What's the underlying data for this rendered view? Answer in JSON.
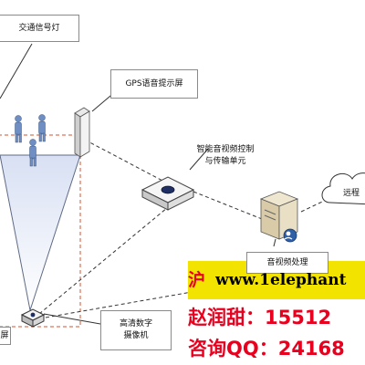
{
  "labels": {
    "traffic_light": "交通信号灯",
    "gps_screen": "GPS语音提示屏",
    "av_control_line1": "智能音视频控制",
    "av_control_line2": "与传输单元",
    "remote": "远程",
    "av_processing": "音视频处理",
    "hd_camera_line1": "高清数字",
    "hd_camera_line2": "摄像机",
    "partial_left": "屏"
  },
  "watermark": {
    "partial": "沪",
    "url": "www.1elephant",
    "contact_name": "赵润甜：15512",
    "contact_qq": "咨询QQ：24168"
  },
  "colors": {
    "watermark_url": "#000000",
    "watermark_red": "#e8001e",
    "watermark_yellow": "#f2e400",
    "red_dashed_line": "#d4502f",
    "beam_fill": "#c9d3ec"
  }
}
